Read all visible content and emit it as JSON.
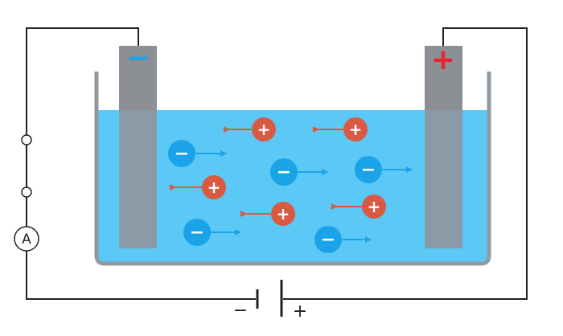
{
  "diagram": {
    "ammeter": {
      "label": "A"
    },
    "battery": {
      "negative_label": "−",
      "positive_label": "+"
    },
    "electrodes": {
      "cathode": {
        "sign": "−",
        "sign_color": "#1aa3e8"
      },
      "anode": {
        "sign": "+",
        "sign_color": "#e8232b"
      }
    },
    "ions": {
      "positive": {
        "sign": "+",
        "color": "#d95a43",
        "direction": "left"
      },
      "negative": {
        "sign": "−",
        "color": "#1aa3e8",
        "direction": "right"
      }
    },
    "colors": {
      "wire": "#222222",
      "electrolyte": "#5bc8f5",
      "container": "#8f9aa3",
      "electrode_dry": "#8c8f94",
      "electrode_wet": "#8a9aa6",
      "positive_arrow": "#d95a43",
      "negative_arrow": "#1aa3e8"
    }
  }
}
